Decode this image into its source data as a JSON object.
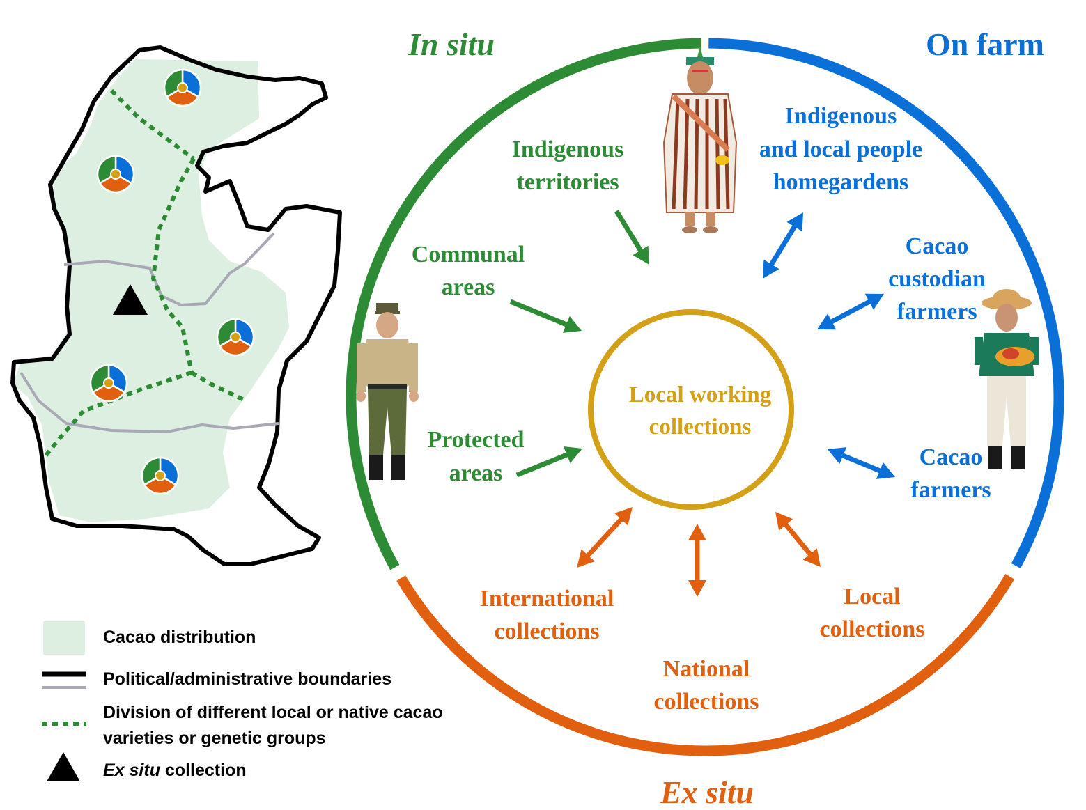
{
  "colors": {
    "in_situ": "#2e8b35",
    "on_farm": "#0a6fd6",
    "ex_situ": "#e0600f",
    "center": "#d4a017",
    "cacao_distribution": "#dcefe0",
    "boundary_black": "#000000",
    "boundary_gray": "#a9a9b5"
  },
  "ring_labels": {
    "in_situ": "In situ",
    "on_farm": "On farm",
    "ex_situ": "Ex situ"
  },
  "center": {
    "line1": "Local working",
    "line2": "collections"
  },
  "in_situ_items": [
    {
      "line1": "Indigenous",
      "line2": "territories"
    },
    {
      "line1": "Communal",
      "line2": "areas"
    },
    {
      "line1": "Protected",
      "line2": "areas"
    }
  ],
  "on_farm_items": [
    {
      "line1": "Indigenous",
      "line2": "and local people",
      "line3": "homegardens"
    },
    {
      "line1": "Cacao",
      "line2": "custodian",
      "line3": "farmers"
    },
    {
      "line1": "Cacao",
      "line2": "farmers"
    }
  ],
  "ex_situ_items": [
    {
      "line1": "International",
      "line2": "collections"
    },
    {
      "line1": "National",
      "line2": "collections"
    },
    {
      "line1": "Local",
      "line2": "collections"
    }
  ],
  "legend": {
    "distribution": "Cacao distribution",
    "boundaries": "Political/administrative boundaries",
    "division_line1": "Division of different local or native cacao",
    "division_line2": "varieties or genetic groups",
    "ex_situ_italic": "Ex situ",
    "ex_situ_rest": " collection"
  },
  "icons": {
    "map": "region-map",
    "pie": "tri-color-pie-icon",
    "triangle": "ex-situ-triangle-icon",
    "person1": "indigenous-person-illustration",
    "person2": "ranger-illustration",
    "person3": "farmer-illustration"
  }
}
